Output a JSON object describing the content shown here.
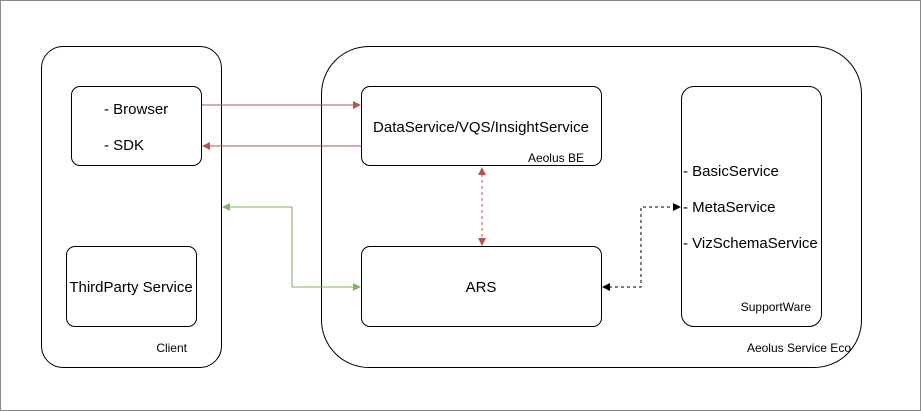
{
  "client": {
    "label": "Client",
    "browser_item": "- Browser",
    "sdk_item": "- SDK",
    "thirdparty_label": "ThirdParty Service"
  },
  "eco": {
    "label": "Aeolus Service Eco",
    "dataservice_label": "DataService/VQS/InsightService",
    "aeolus_be_label": "Aeolus BE",
    "ars_label": "ARS",
    "supportware": {
      "label": "SupportWare",
      "items": [
        "- BasicService",
        "- MetaService",
        "- VizSchemaService"
      ]
    }
  },
  "colors": {
    "red_arrow": "#b85450",
    "green_arrow": "#82b366",
    "black_arrow": "#000000"
  }
}
